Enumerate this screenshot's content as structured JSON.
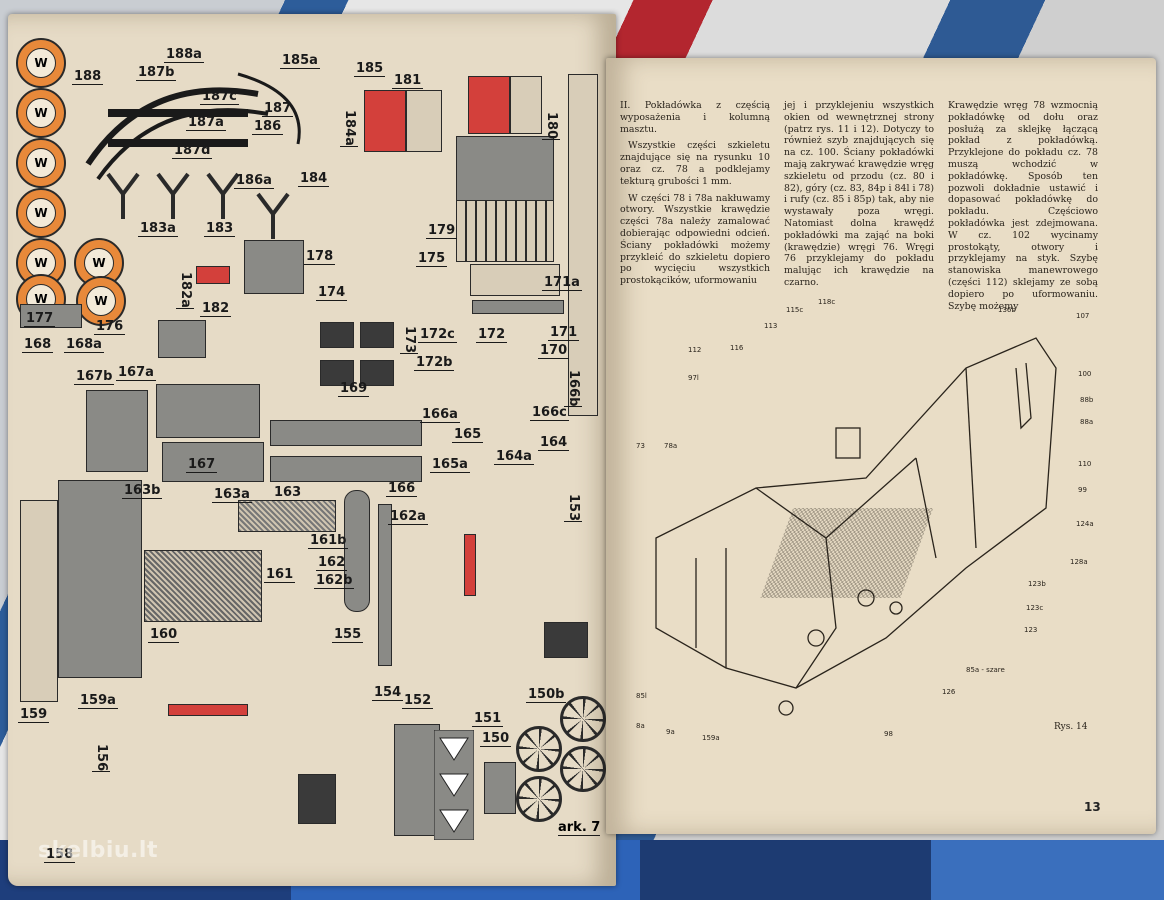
{
  "photo": {
    "watermark": "skelbiu.lt"
  },
  "left_page": {
    "sheet_label": "ark. 7",
    "part_labels": [
      "188a",
      "188",
      "187b",
      "187c",
      "187",
      "187a",
      "187d",
      "186",
      "186a",
      "185a",
      "185",
      "184a",
      "184",
      "183a",
      "183",
      "182a",
      "182",
      "181",
      "180",
      "179",
      "178",
      "177",
      "176",
      "175",
      "174",
      "173",
      "172c",
      "172",
      "172b",
      "171a",
      "171",
      "170",
      "169",
      "168",
      "168a",
      "167b",
      "167a",
      "167",
      "166a",
      "166b",
      "166c",
      "166",
      "165",
      "165a",
      "164",
      "164a",
      "163b",
      "163a",
      "163",
      "162a",
      "162",
      "162b",
      "161",
      "161b",
      "160",
      "159",
      "159a",
      "158",
      "156",
      "155",
      "154",
      "153",
      "152",
      "151",
      "150",
      "150b"
    ]
  },
  "right_page": {
    "heading": "II. Pokładówka z częścią wyposażenia i kolumną masztu.",
    "paragraphs": [
      "Wszystkie części szkieletu znajdujące się na rysunku 10 oraz cz. 78 a podklejamy tekturą grubości 1 mm.",
      "W części 78 i 78a nakłuwamy otwory. Wszystkie krawędzie części 78a należy zamalować dobierając odpowiedni odcień. Ściany pokładówki możemy przykleić do szkieletu dopiero po wycięciu wszystkich prostokącików, uformowaniu",
      "jej i przyklejeniu wszystkich okien od wewnętrznej strony (patrz rys. 11 i 12). Dotyczy to również szyb znajdujących się na cz. 100. Ściany pokładówki mają zakrywać krawędzie wręg szkieletu od przodu (cz. 80 i 82), góry (cz. 83, 84p i 84l i 78) i rufy (cz. 85 i 85p) tak, aby nie wystawały poza wręgi. Natomiast dolna krawędź pokładówki ma zająć na boki (krawędzie) wręgi 76. Wręgi 76 przyklejamy do pokładu malując ich krawędzie na czarno.",
      "Krawędzie wręg 78 wzmocnią pokładówkę od dołu oraz posłużą za sklejkę łączącą pokład z pokładówką. Przyklejone do pokładu cz. 78 muszą wchodzić w pokładówkę. Sposób ten pozwoli dokładnie ustawić i dopasować pokładówkę do pokładu. Częściowo pokładówka jest zdejmowana. W cz. 102 wycinamy prostokąty, otwory i przyklejamy na styk. Szybę stanowiska manewrowego (części 112) sklejamy ze sobą dopiero po uformowaniu. Szybę możemy"
    ],
    "figure_caption": "Rys. 14",
    "page_number": "13",
    "callouts": [
      "136b",
      "107",
      "118c",
      "115c",
      "113",
      "112",
      "116",
      "97l",
      "100",
      "88b",
      "88a",
      "73",
      "78a",
      "110",
      "99",
      "124a",
      "128a",
      "123b",
      "123c",
      "123",
      "85a - szare",
      "126",
      "85l",
      "8a",
      "9a",
      "159a",
      "98"
    ]
  }
}
